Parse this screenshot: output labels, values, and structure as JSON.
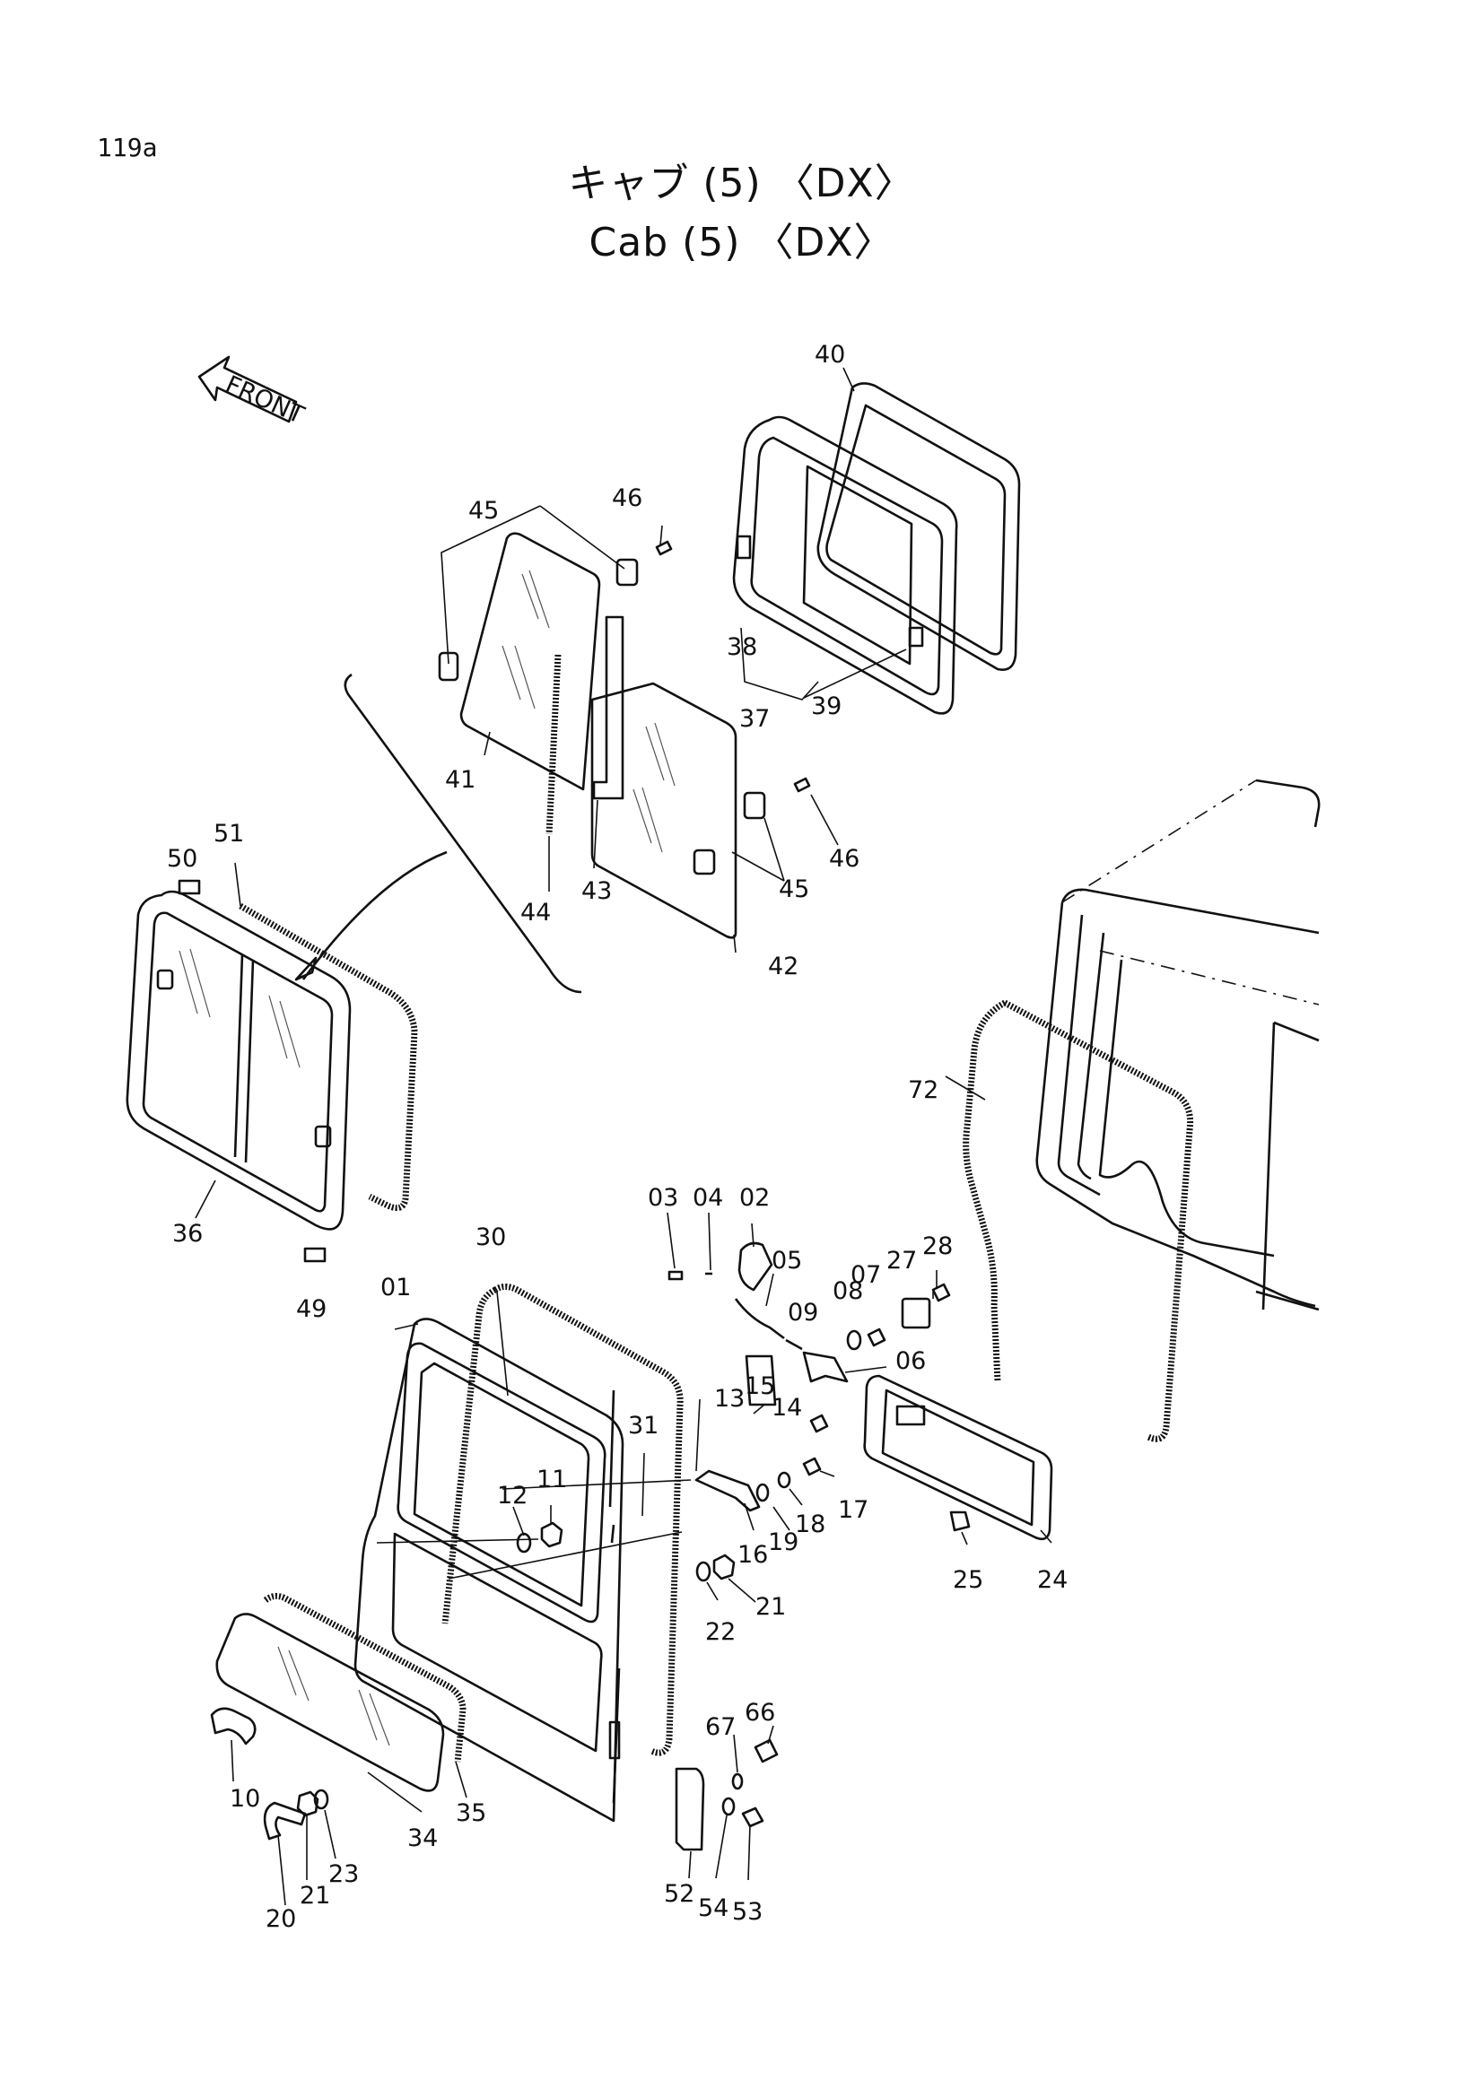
{
  "page_number": "119a",
  "title_jp": "キャブ (5) 〈DX〉",
  "title_en": "Cab (5) 〈DX〉",
  "front_label": "FRONT",
  "callouts": [
    "40",
    "45",
    "46",
    "38",
    "37",
    "39",
    "41",
    "44",
    "43",
    "46",
    "45",
    "42",
    "51",
    "50",
    "36",
    "49",
    "72",
    "03",
    "04",
    "02",
    "05",
    "09",
    "08",
    "07",
    "27",
    "28",
    "06",
    "30",
    "01",
    "31",
    "13",
    "15",
    "14",
    "11",
    "12",
    "16",
    "19",
    "18",
    "17",
    "25",
    "24",
    "22",
    "21",
    "67",
    "66",
    "10",
    "35",
    "34",
    "23",
    "21",
    "20",
    "52",
    "54",
    "53"
  ]
}
